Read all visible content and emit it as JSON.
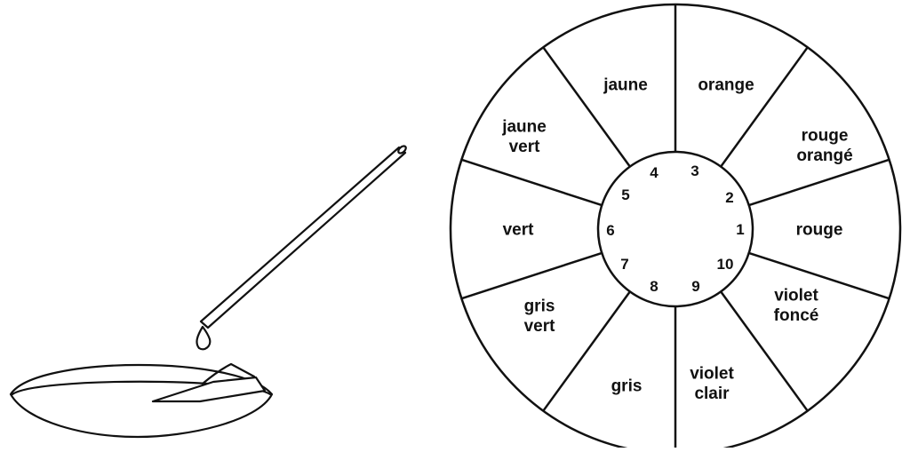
{
  "illustration": {
    "items": [
      "dish-icon",
      "paper-strip-icon",
      "dropper-icon",
      "drop-icon"
    ],
    "stroke_color": "#111111"
  },
  "wheel": {
    "sectors": [
      {
        "lines": [
          "rouge"
        ]
      },
      {
        "lines": [
          "rouge",
          "orangé"
        ]
      },
      {
        "lines": [
          "orange"
        ]
      },
      {
        "lines": [
          "jaune"
        ]
      },
      {
        "lines": [
          "jaune",
          "vert"
        ]
      },
      {
        "lines": [
          "vert"
        ]
      },
      {
        "lines": [
          "gris",
          "vert"
        ]
      },
      {
        "lines": [
          "gris"
        ]
      },
      {
        "lines": [
          "violet",
          "clair"
        ]
      },
      {
        "lines": [
          "violet",
          "foncé"
        ]
      }
    ],
    "numbers": [
      "1",
      "2",
      "3",
      "4",
      "5",
      "6",
      "7",
      "8",
      "9",
      "10"
    ],
    "stroke_color": "#111111"
  }
}
